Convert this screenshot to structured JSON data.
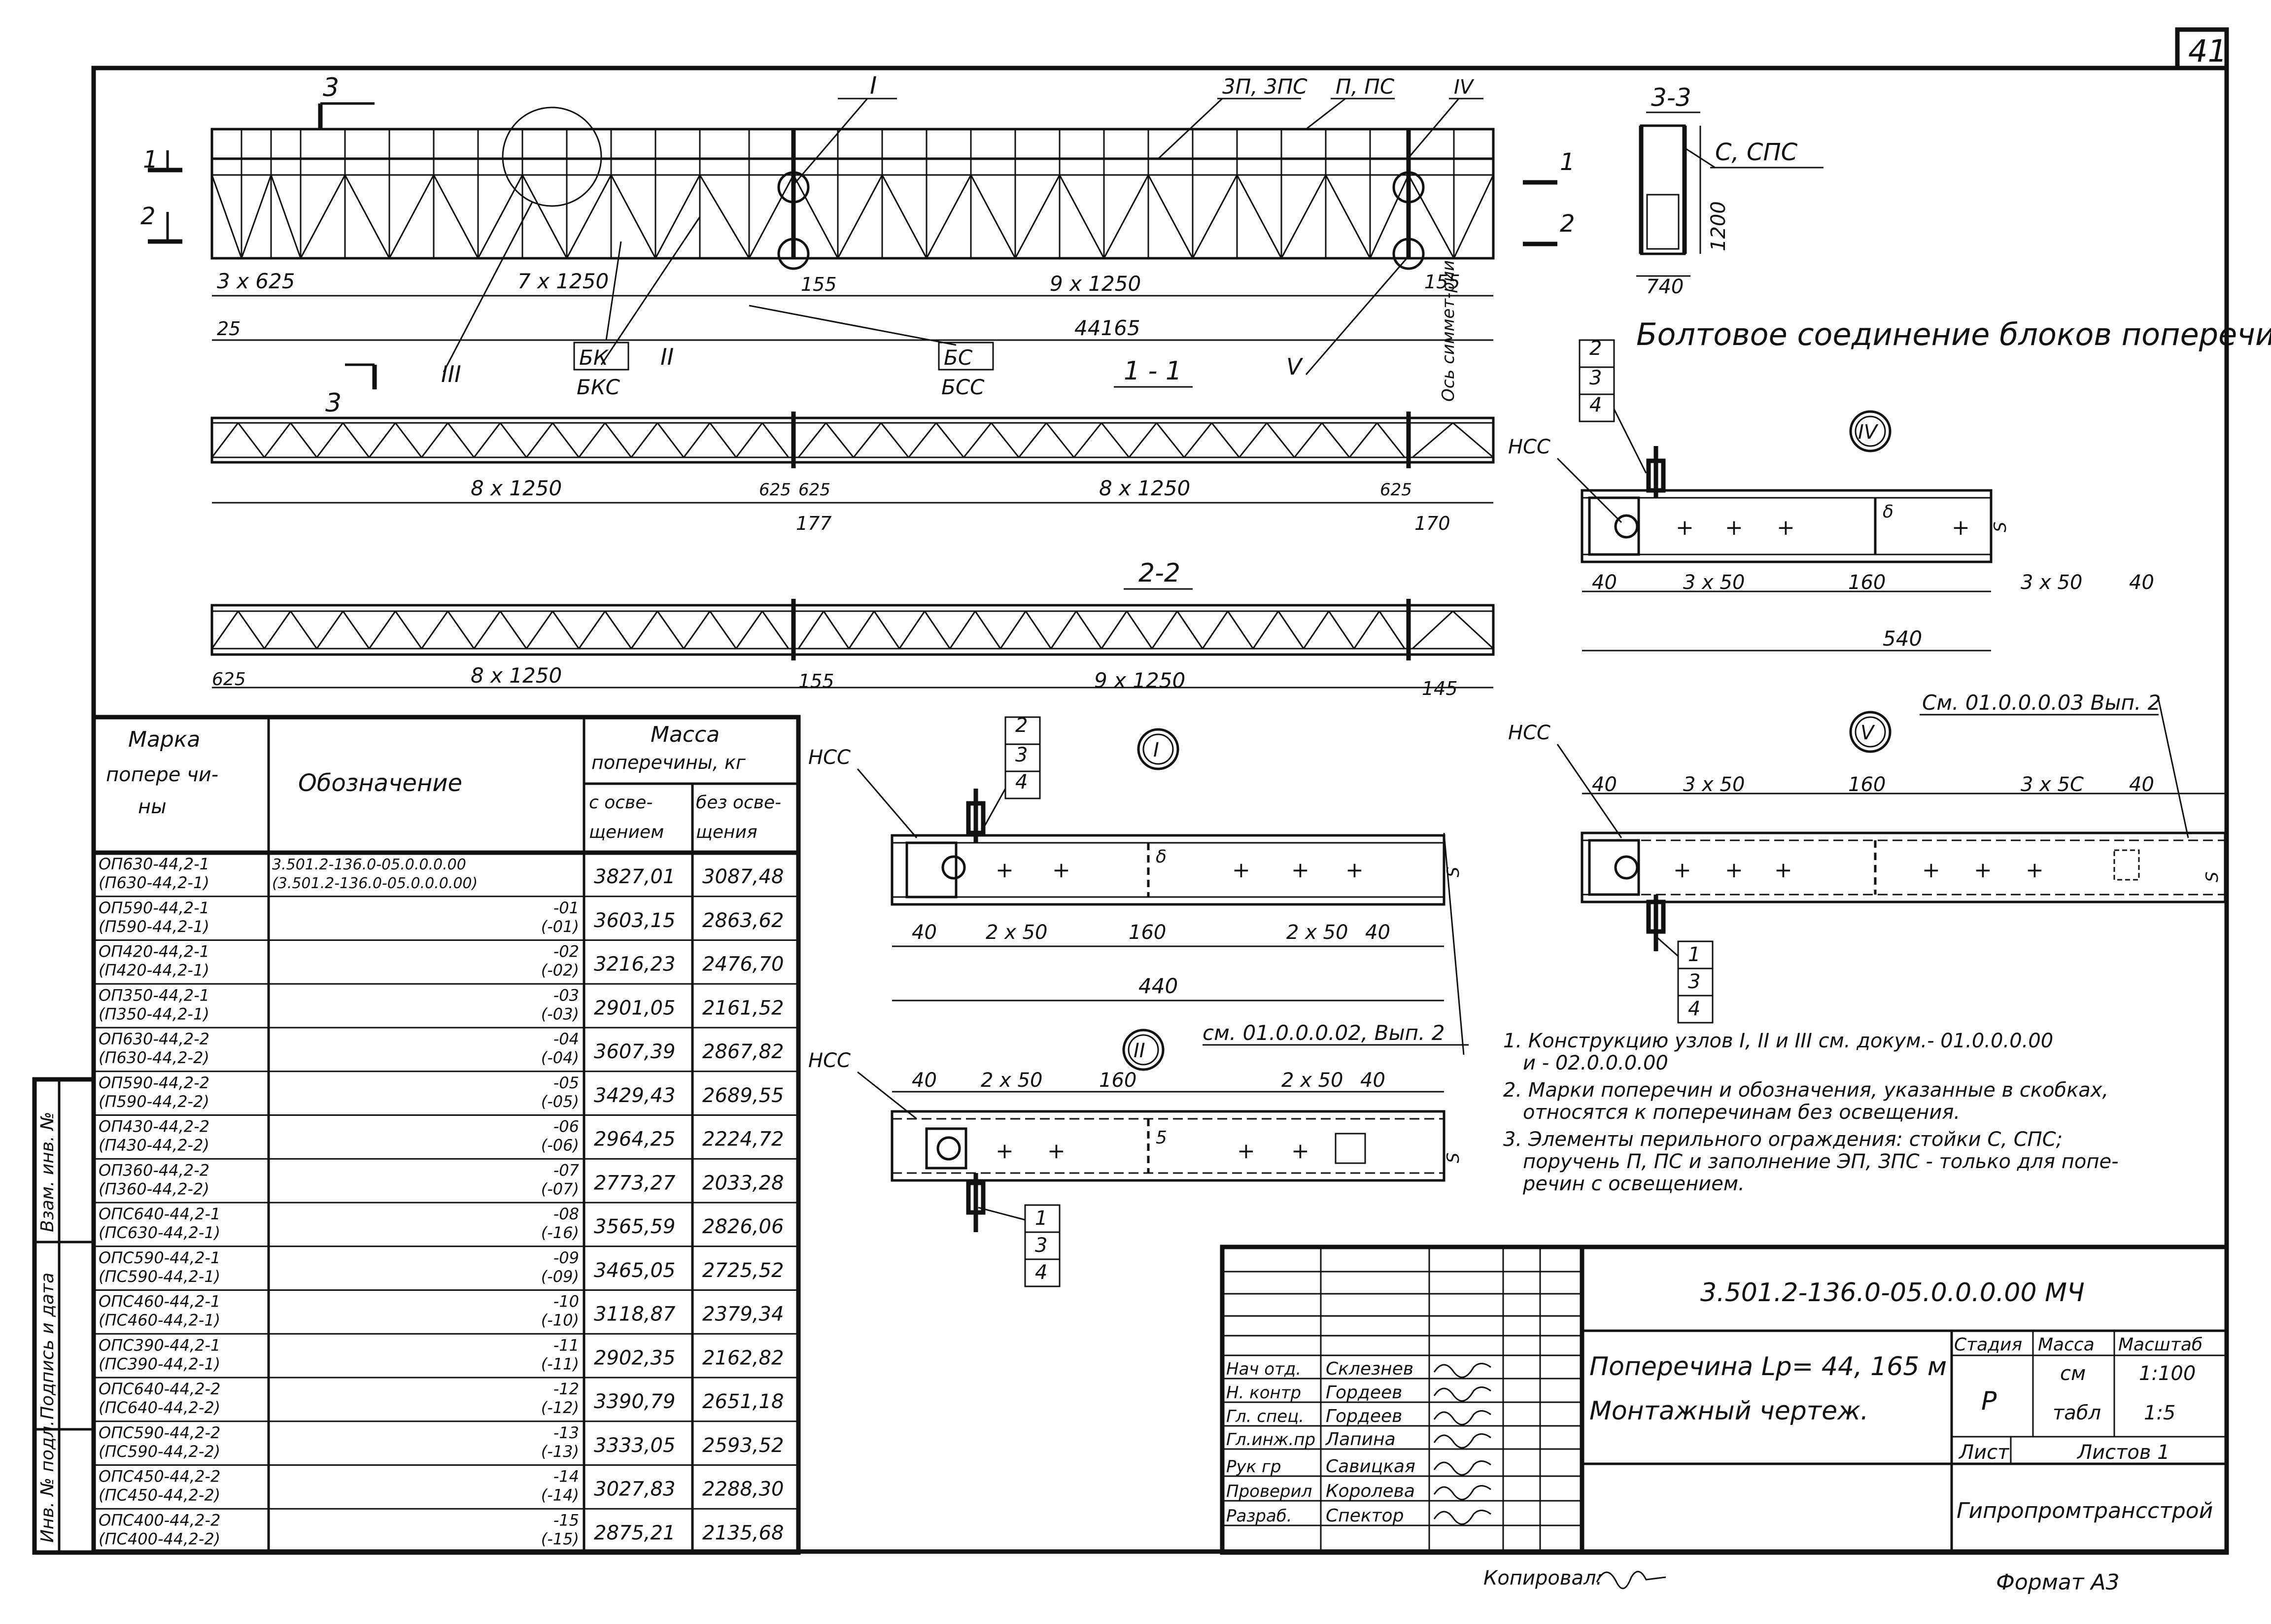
{
  "sheet": {
    "number": "41",
    "copied_by_label": "Копировал:",
    "format": "Формат А3"
  },
  "plan": {
    "callout_3_top": "3",
    "callout_3_bottom": "3",
    "callout_1_left": "1",
    "callout_2_left": "2",
    "callout_1_right": "1",
    "callout_2_right": "2",
    "label_I": "I",
    "label_3p": "3П, 3ПС",
    "label_p": "П, ПС",
    "label_IV": "IV",
    "label_III": "III",
    "label_II": "II",
    "label_V": "V",
    "mark_bk": "БК",
    "mark_bkc": "БКС",
    "mark_bs": "БС",
    "mark_bss": "БСС",
    "axis_sym": "Ось симмет-рии",
    "dims": [
      "3 x 625",
      "7 x 1250",
      "155",
      "9 x 1250",
      "155",
      "25",
      "44165"
    ]
  },
  "section_11": {
    "title": "1 - 1",
    "dims": [
      "8 x 1250",
      "625",
      "625",
      "8 x 1250",
      "625",
      "177",
      "170"
    ]
  },
  "section_22": {
    "title": "2-2",
    "dims": [
      "625",
      "8 x 1250",
      "155",
      "9 x 1250",
      "145"
    ]
  },
  "section_33": {
    "title": "3-3",
    "label": "С, СПС",
    "dims": [
      "1200",
      "740"
    ]
  },
  "bolted_title": "Болтовое соединение блоков поперечин",
  "node_IV": {
    "label": "IV",
    "nss": "НСС",
    "callouts": [
      "2",
      "3",
      "4"
    ],
    "dims": [
      "40",
      "3 x 50",
      "160",
      "3 x 50",
      "40",
      "540"
    ],
    "delta": "δ",
    "s": "S"
  },
  "node_V": {
    "label": "V",
    "nss": "НСС",
    "ref": "См. 01.0.0.0.03 Вып. 2",
    "callouts": [
      "1",
      "3",
      "4"
    ],
    "dims": [
      "40",
      "3 x 50",
      "160",
      "3 x 5С",
      "40"
    ],
    "s": "S"
  },
  "node_I": {
    "label": "I",
    "nss": "НСС",
    "callouts": [
      "2",
      "3",
      "4"
    ],
    "dims": [
      "40",
      "2 x 50",
      "160",
      "2 x 50",
      "40",
      "440"
    ],
    "delta": "δ",
    "s": "S"
  },
  "node_II": {
    "label": "II",
    "nss": "НСС",
    "ref": "см. 01.0.0.0.02, Вып. 2",
    "callouts": [
      "1",
      "3",
      "4"
    ],
    "dims": [
      "40",
      "2 x 50",
      "160",
      "2 x 50",
      "40"
    ],
    "five": "5",
    "s": "S"
  },
  "notes": [
    "1. Конструкцию узлов I, II и III см. докум.- 01.0.0.0.00",
    "и - 02.0.0.0.00",
    "2. Марки поперечин и обозначения, указанные в скобках,",
    "относятся к поперечинам  без освещения.",
    "3. Элементы перильного ограждения: стойки С, СПС;",
    "поручень П, ПС и заполнение ЭП, ЗПС - только для попе-",
    "речин с освещением."
  ],
  "table": {
    "head_mark": [
      "Марка",
      "попере чи-",
      "ны"
    ],
    "head_desig": "Обозначение",
    "head_mass": [
      "Масса",
      "поперечины, кг"
    ],
    "head_lit": [
      "с осве-",
      "щением"
    ],
    "head_unlit": [
      "без осве-",
      "щения"
    ],
    "rows": [
      {
        "m1": "ОП630-44,2-1",
        "m2": "(П630-44,2-1)",
        "d1": "3.501.2-136.0-05.0.0.0.00",
        "d2": "(3.501.2-136.0-05.0.0.0.00)",
        "lit": "3827,01",
        "unlit": "3087,48"
      },
      {
        "m1": "ОП590-44,2-1",
        "m2": "(П590-44,2-1)",
        "d1": "-01",
        "d2": "(-01)",
        "lit": "3603,15",
        "unlit": "2863,62"
      },
      {
        "m1": "ОП420-44,2-1",
        "m2": "(П420-44,2-1)",
        "d1": "-02",
        "d2": "(-02)",
        "lit": "3216,23",
        "unlit": "2476,70"
      },
      {
        "m1": "ОП350-44,2-1",
        "m2": "(П350-44,2-1)",
        "d1": "-03",
        "d2": "(-03)",
        "lit": "2901,05",
        "unlit": "2161,52"
      },
      {
        "m1": "ОП630-44,2-2",
        "m2": "(П630-44,2-2)",
        "d1": "-04",
        "d2": "(-04)",
        "lit": "3607,39",
        "unlit": "2867,82"
      },
      {
        "m1": "ОП590-44,2-2",
        "m2": "(П590-44,2-2)",
        "d1": "-05",
        "d2": "(-05)",
        "lit": "3429,43",
        "unlit": "2689,55"
      },
      {
        "m1": "ОП430-44,2-2",
        "m2": "(П430-44,2-2)",
        "d1": "-06",
        "d2": "(-06)",
        "lit": "2964,25",
        "unlit": "2224,72"
      },
      {
        "m1": "ОП360-44,2-2",
        "m2": "(П360-44,2-2)",
        "d1": "-07",
        "d2": "(-07)",
        "lit": "2773,27",
        "unlit": "2033,28"
      },
      {
        "m1": "ОПС640-44,2-1",
        "m2": "(ПС630-44,2-1)",
        "d1": "-08",
        "d2": "(-16)",
        "lit": "3565,59",
        "unlit": "2826,06"
      },
      {
        "m1": "ОПС590-44,2-1",
        "m2": "(ПС590-44,2-1)",
        "d1": "-09",
        "d2": "(-09)",
        "lit": "3465,05",
        "unlit": "2725,52"
      },
      {
        "m1": "ОПС460-44,2-1",
        "m2": "(ПС460-44,2-1)",
        "d1": "-10",
        "d2": "(-10)",
        "lit": "3118,87",
        "unlit": "2379,34"
      },
      {
        "m1": "ОПС390-44,2-1",
        "m2": "(ПС390-44,2-1)",
        "d1": "-11",
        "d2": "(-11)",
        "lit": "2902,35",
        "unlit": "2162,82"
      },
      {
        "m1": "ОПС640-44,2-2",
        "m2": "(ПС640-44,2-2)",
        "d1": "-12",
        "d2": "(-12)",
        "lit": "3390,79",
        "unlit": "2651,18"
      },
      {
        "m1": "ОПС590-44,2-2",
        "m2": "(ПС590-44,2-2)",
        "d1": "-13",
        "d2": "(-13)",
        "lit": "3333,05",
        "unlit": "2593,52"
      },
      {
        "m1": "ОПС450-44,2-2",
        "m2": "(ПС450-44,2-2)",
        "d1": "-14",
        "d2": "(-14)",
        "lit": "3027,83",
        "unlit": "2288,30"
      },
      {
        "m1": "ОПС400-44,2-2",
        "m2": "(ПС400-44,2-2)",
        "d1": "-15",
        "d2": "(-15)",
        "lit": "2875,21",
        "unlit": "2135,68"
      }
    ]
  },
  "side_stamps": [
    "Инв. № подл.",
    "Подпись и дата",
    "Взам. инв. №"
  ],
  "title_block": {
    "code": "3.501.2-136.0-05.0.0.0.00 МЧ",
    "name1": "Поперечина Lр= 44, 165 м",
    "name2": "Монтажный  чертеж.",
    "h_stage": "Стадия",
    "h_mass": "Масса",
    "h_scale": "Масштаб",
    "stage": "Р",
    "mass1": "см",
    "mass2": "табл",
    "scale1": "1:100",
    "scale2": "1:5",
    "sheet_label": "Лист",
    "sheets_label": "Листов 1",
    "org": "Гипропромтрансстрой",
    "people": [
      {
        "role": "Нач отд.",
        "name": "Склезнев"
      },
      {
        "role": "Н. контр",
        "name": "Гордеев"
      },
      {
        "role": "Гл. спец.",
        "name": "Гордеев"
      },
      {
        "role": "Гл.инж.пр",
        "name": "Лапина"
      },
      {
        "role": "Рук гр",
        "name": "Савицкая"
      },
      {
        "role": "Проверил",
        "name": "Королева"
      },
      {
        "role": "Разраб.",
        "name": "Спектор"
      }
    ]
  }
}
